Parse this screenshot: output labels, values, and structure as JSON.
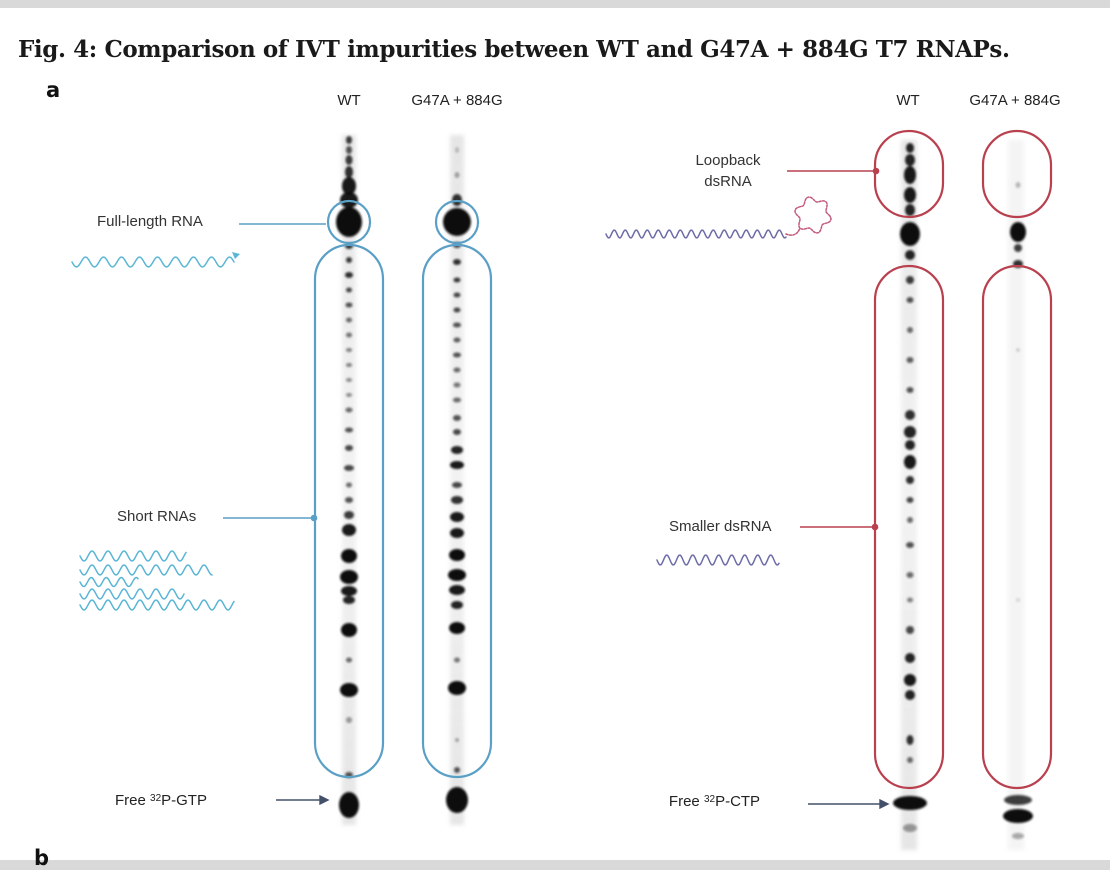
{
  "figure": {
    "title": "Fig. 4: Comparison of IVT impurities between WT and G47A  +  884G T7 RNAPs.",
    "panel_letter": "a",
    "next_panel_letter": "b"
  },
  "left_gel": {
    "lane_labels": [
      "WT",
      "G47A + 884G"
    ],
    "annotations": {
      "full_length": "Full-length RNA",
      "short_rnas": "Short RNAs"
    },
    "free_nucleotide": {
      "prefix": "Free ",
      "isotope": "32",
      "suffix": "P-GTP"
    },
    "accent_color": "#5a9fc6",
    "box_color": "#e3eef8"
  },
  "right_gel": {
    "lane_labels": [
      "WT",
      "G47A + 884G"
    ],
    "annotations": {
      "loopback_line1": "Loopback",
      "loopback_line2": "dsRNA",
      "smaller_dsrna": "Smaller dsRNA"
    },
    "free_nucleotide": {
      "prefix": "Free ",
      "isotope": "32",
      "suffix": "P-CTP"
    },
    "accent_color": "#b9414f",
    "box_color": "#f8e3e1"
  },
  "colors": {
    "band": "#111111",
    "wave_blue": "#5bb6d6",
    "wave_purple": "#6d6ca8",
    "loop_pink": "#c2587a"
  }
}
